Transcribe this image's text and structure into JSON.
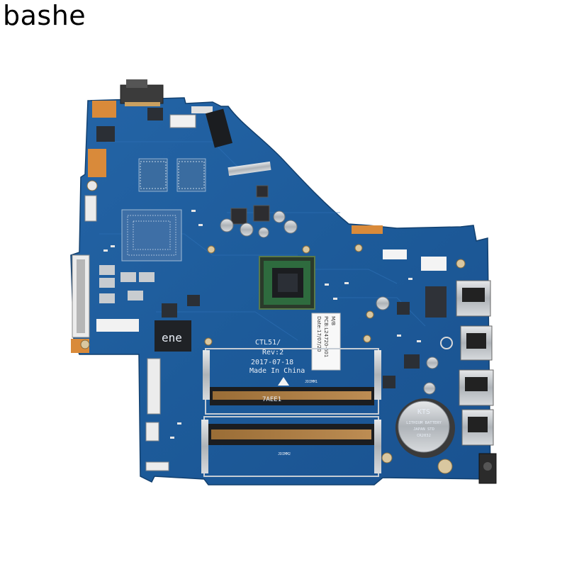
{
  "watermark": {
    "text": "bashe"
  },
  "board": {
    "model_label": "CTL51/",
    "revision": "Rev:2",
    "date": "2017-07-18",
    "origin": "Made In China",
    "chip_brand": "ene",
    "battery": {
      "brand": "KTS",
      "line1": "LITHIUM BATTERY",
      "line2": "JAPAN STD",
      "model": "CR2032"
    },
    "sticker": {
      "line1": "M/B",
      "line2": "PCB:L24720-601",
      "line3": "Date:17/07/20"
    },
    "slot_label_1": "JDIMM1",
    "slot_label_2": "JDIMM2",
    "slot_marking": "7AEE1"
  },
  "colors": {
    "pcb": "#1e5d9c",
    "pcb_dark": "#174c82",
    "copper": "#d98a3a",
    "silver": "#c8ccd0",
    "background": "#ffffff"
  }
}
